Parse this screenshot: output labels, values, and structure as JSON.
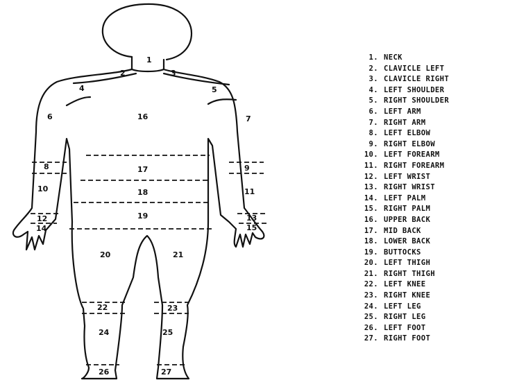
{
  "legend": [
    {
      "number": "1.",
      "label": "NECK"
    },
    {
      "number": "2.",
      "label": "CLAVICLE LEFT"
    },
    {
      "number": "3.",
      "label": "CLAVICLE RIGHT"
    },
    {
      "number": "4.",
      "label": "LEFT SHOULDER"
    },
    {
      "number": "5.",
      "label": "RIGHT SHOULDER"
    },
    {
      "number": "6.",
      "label": "LEFT ARM"
    },
    {
      "number": "7.",
      "label": "RIGHT ARM"
    },
    {
      "number": "8.",
      "label": "LEFT ELBOW"
    },
    {
      "number": "9.",
      "label": "RIGHT ELBOW"
    },
    {
      "number": "10.",
      "label": "LEFT FOREARM"
    },
    {
      "number": "11.",
      "label": "RIGHT FOREARM"
    },
    {
      "number": "12.",
      "label": "LEFT WRIST"
    },
    {
      "number": "13.",
      "label": "RIGHT WRIST"
    },
    {
      "number": "14.",
      "label": "LEFT PALM"
    },
    {
      "number": "15.",
      "label": "RIGHT PALM"
    },
    {
      "number": "16.",
      "label": "UPPER BACK"
    },
    {
      "number": "17.",
      "label": "MID BACK"
    },
    {
      "number": "18.",
      "label": "LOWER BACK"
    },
    {
      "number": "19.",
      "label": "BUTTOCKS"
    },
    {
      "number": "20.",
      "label": "LEFT THIGH"
    },
    {
      "number": "21.",
      "label": "RIGHT THIGH"
    },
    {
      "number": "22.",
      "label": "LEFT KNEE"
    },
    {
      "number": "23.",
      "label": "RIGHT KNEE"
    },
    {
      "number": "24.",
      "label": "LEFT LEG"
    },
    {
      "number": "25.",
      "label": "RIGHT LEG"
    },
    {
      "number": "26.",
      "label": "LEFT FOOT"
    },
    {
      "number": "27.",
      "label": "RIGHT FOOT"
    }
  ],
  "region_labels": [
    "1",
    "2",
    "3",
    "4",
    "5",
    "6",
    "7",
    "8",
    "9",
    "10",
    "11",
    "12",
    "13",
    "14",
    "15",
    "16",
    "17",
    "18",
    "19",
    "20",
    "21",
    "22",
    "23",
    "24",
    "25",
    "26",
    "27"
  ]
}
